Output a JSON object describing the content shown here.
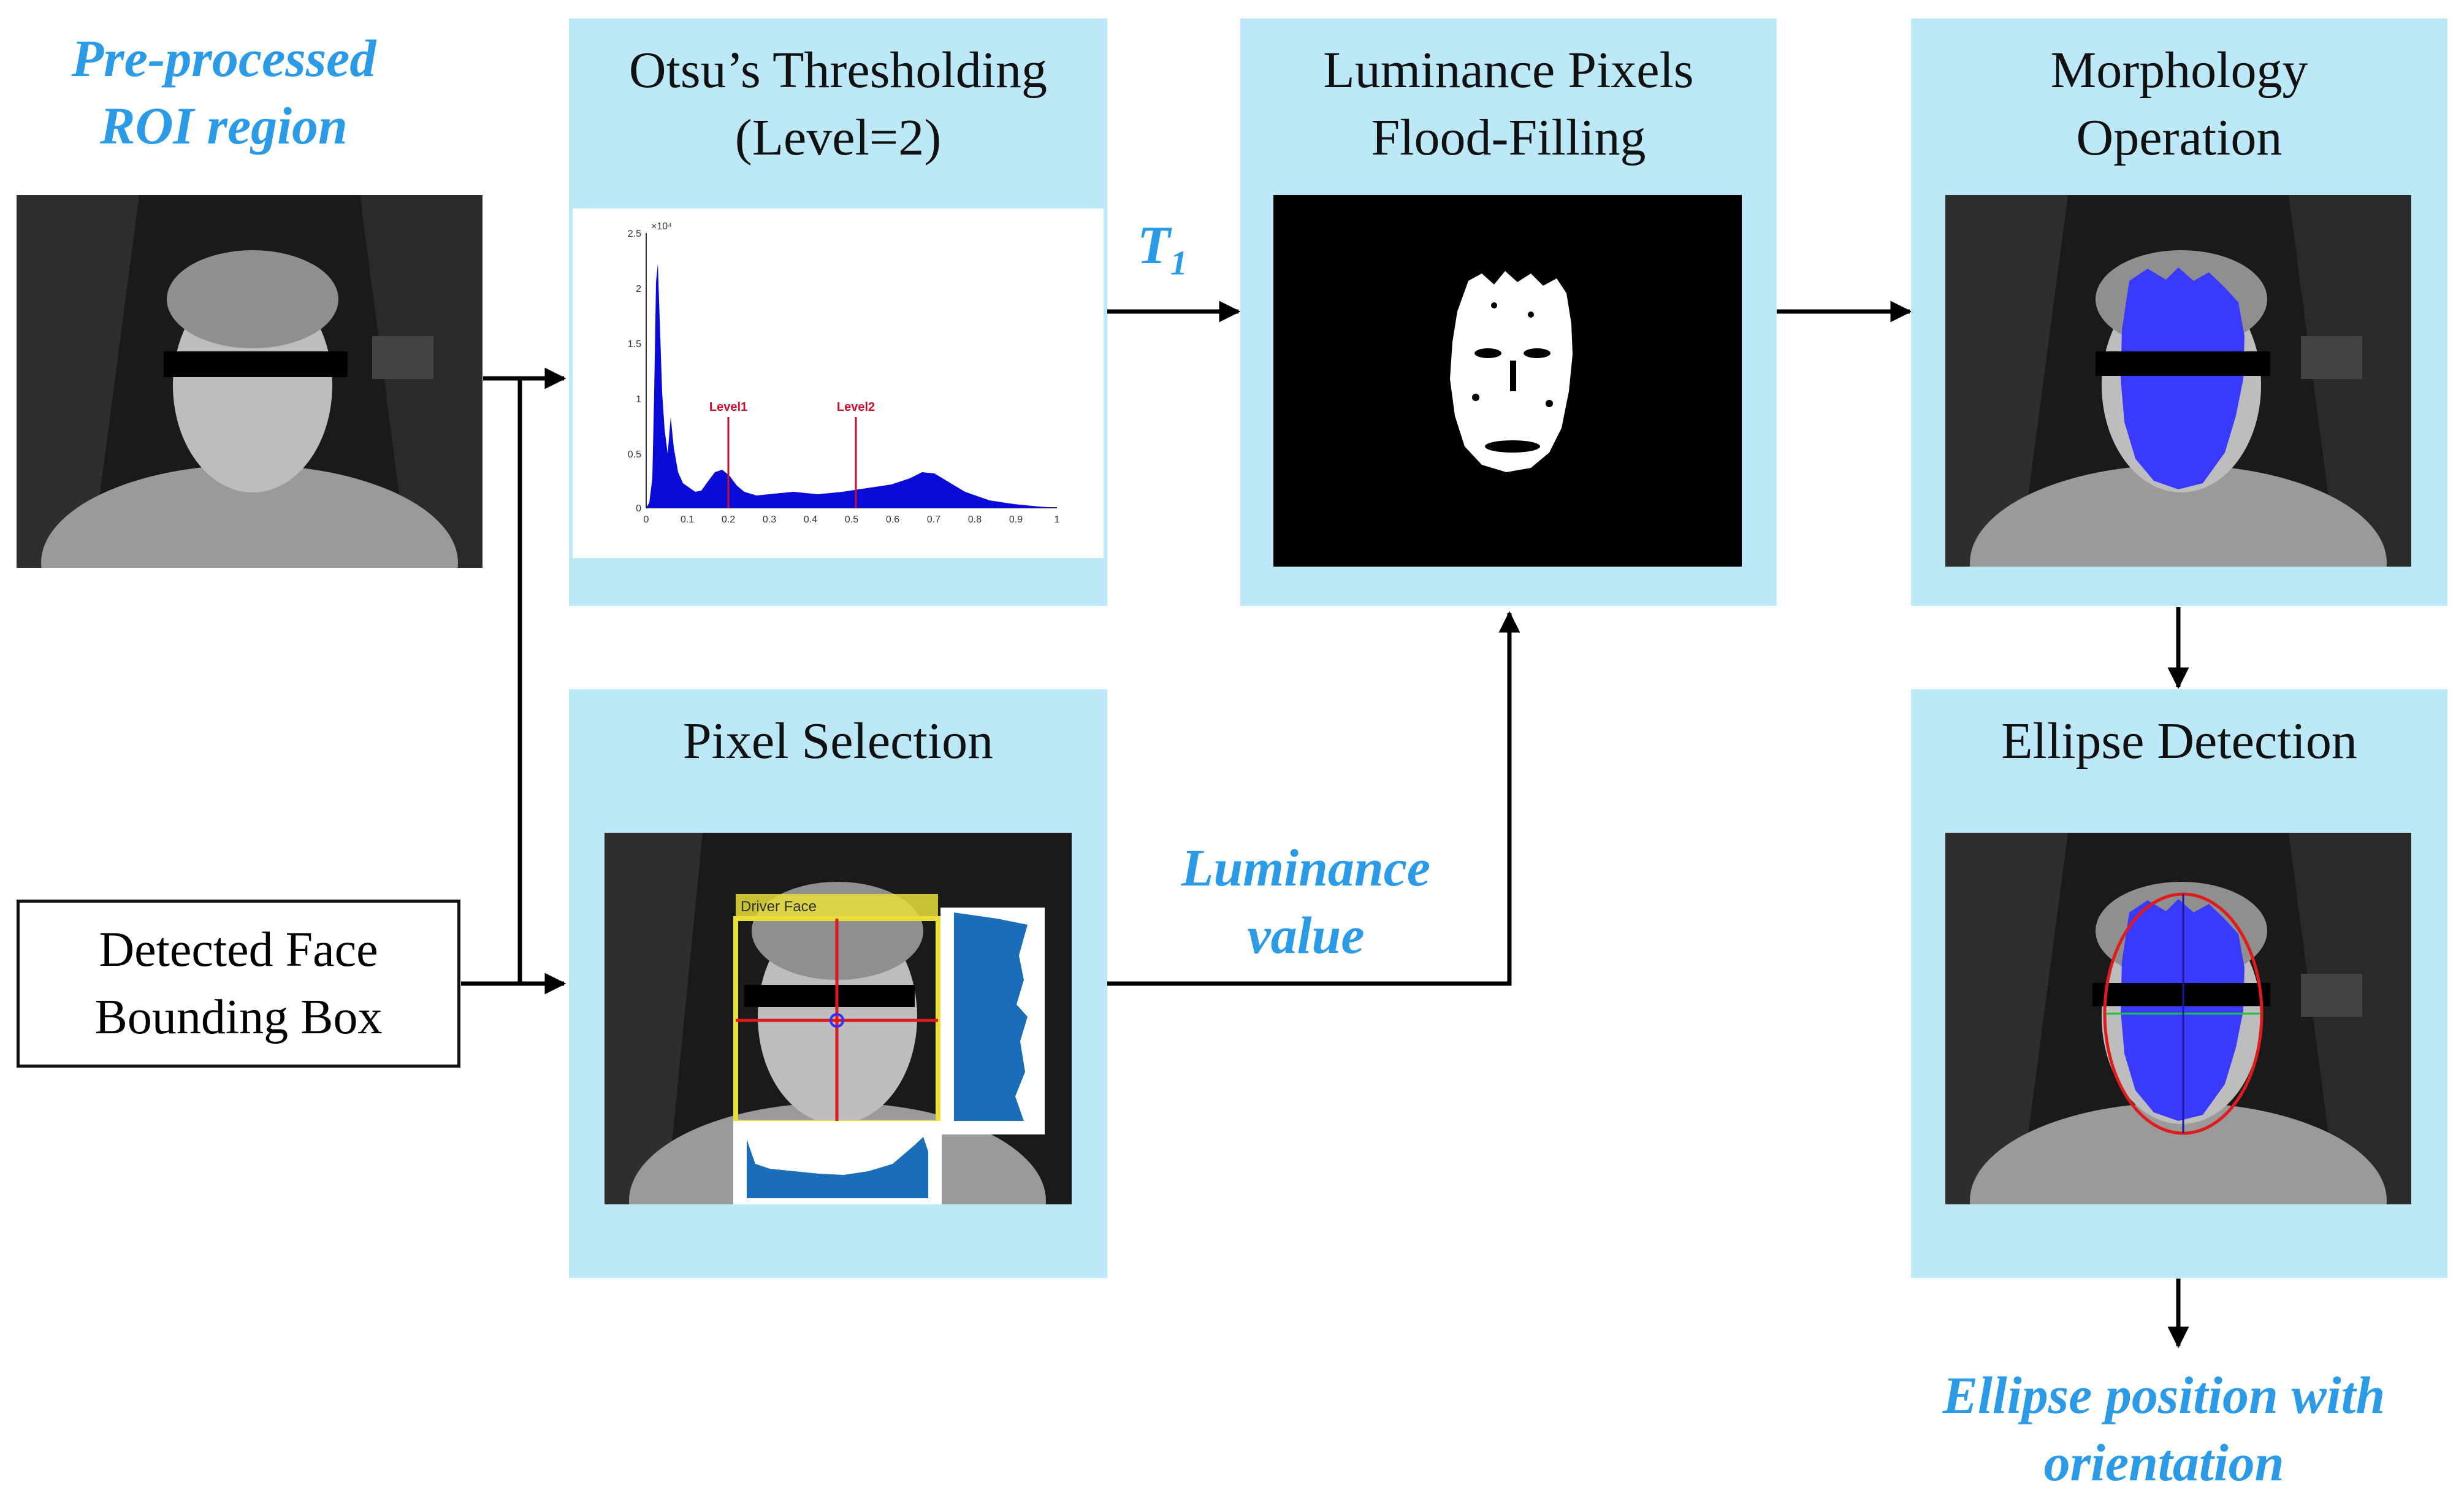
{
  "labels": {
    "roi": "Pre-processed\nROI region",
    "t1": "T",
    "t1_sub": "1",
    "luminance": "Luminance\nvalue",
    "output": "Ellipse position with\norientation"
  },
  "input_box": "Detected Face\nBounding Box",
  "blocks": {
    "otsu": "Otsu’s Thresholding\n(Level=2)",
    "flood": "Luminance Pixels\nFlood-Filling",
    "morph": "Morphology\nOperation",
    "pixel": "Pixel Selection",
    "ellipse": "Ellipse Detection"
  },
  "histogram": {
    "y_exp": "×10⁴",
    "y_ticks": [
      "2.5",
      "2",
      "1.5",
      "1",
      "0.5",
      "0"
    ],
    "x_ticks": [
      "0",
      "0.1",
      "0.2",
      "0.3",
      "0.4",
      "0.5",
      "0.6",
      "0.7",
      "0.8",
      "0.9",
      "1"
    ],
    "level1": "Level1",
    "level2": "Level2"
  },
  "driver_face_label": "Driver Face",
  "colors": {
    "block_bg": "#bde8f7",
    "accent_blue": "#2b9be8",
    "face_mask_blue": "#3a3aff",
    "hist_blue": "#0a0ad8",
    "level_red": "#c8102e"
  }
}
